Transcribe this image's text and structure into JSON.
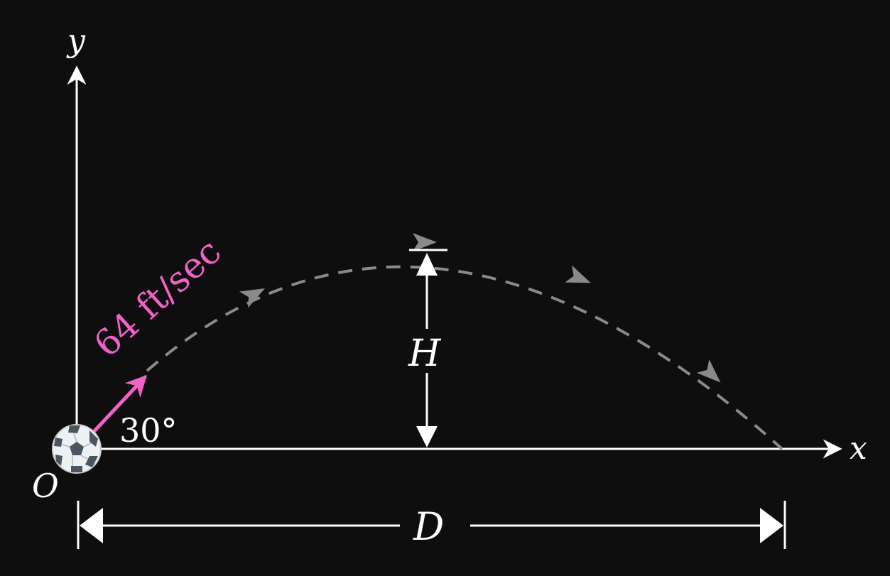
{
  "diagram": {
    "axis_x_label": "x",
    "axis_y_label": "y",
    "origin_label": "O",
    "velocity_label": "64 ft/sec",
    "angle_label": "30°",
    "height_label": "H",
    "distance_label": "D",
    "colors": {
      "background": "#0e0e0e",
      "axes": "#ffffff",
      "velocity": "#f062c8",
      "trajectory": "#8a8a8a",
      "dimension": "#ffffff"
    },
    "ball_icon": "soccer-ball-icon"
  }
}
